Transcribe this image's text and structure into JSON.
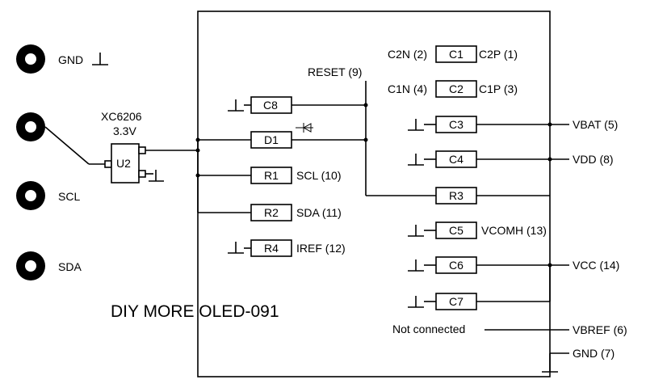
{
  "title": "DIY MORE  OLED-091",
  "pads": [
    {
      "label": "GND"
    },
    {
      "label": ""
    },
    {
      "label": "SCL"
    },
    {
      "label": "SDA"
    }
  ],
  "regulator": {
    "name": "XC6206",
    "voltage": "3.3V",
    "ref": "U2"
  },
  "components": {
    "C1": "C1",
    "C2": "C2",
    "C3": "C3",
    "C4": "C4",
    "C5": "C5",
    "C6": "C6",
    "C7": "C7",
    "C8": "C8",
    "D1": "D1",
    "R1": "R1",
    "R2": "R2",
    "R3": "R3",
    "R4": "R4"
  },
  "pins": {
    "c2n": "C2N (2)",
    "c2p": "C2P (1)",
    "c1n": "C1N (4)",
    "c1p": "C1P (3)",
    "reset": "RESET (9)",
    "vbat": "VBAT (5)",
    "vdd": "VDD (8)",
    "scl": "SCL (10)",
    "sda": "SDA (11)",
    "iref": "IREF (12)",
    "vcomh": "VCOMH (13)",
    "vcc": "VCC (14)",
    "vbref": "VBREF (6)",
    "gnd": "GND (7)",
    "not_connected": "Not connected"
  },
  "colors": {
    "ink": "#000000",
    "background": "#ffffff"
  }
}
